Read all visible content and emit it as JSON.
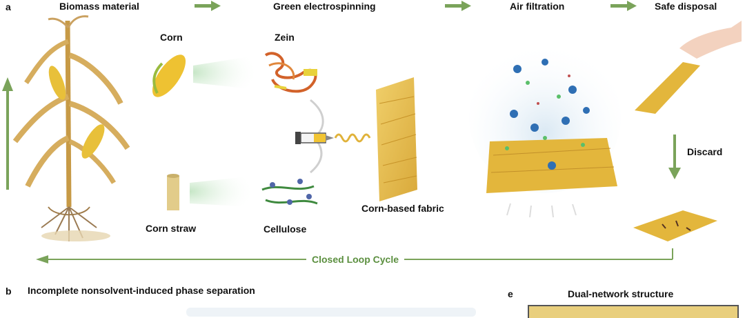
{
  "panel_a": {
    "letter": "a",
    "steps": [
      "Biomass material",
      "Green electrospinning",
      "Air filtration",
      "Safe disposal"
    ],
    "labels": {
      "corn": "Corn",
      "zein": "Zein",
      "corn_straw": "Corn straw",
      "cellulose": "Cellulose",
      "fabric": "Corn-based fabric",
      "discard": "Discard",
      "loop": "Closed Loop Cycle"
    },
    "colors": {
      "arrow_green": "#7aa35a",
      "loop_text": "#5b8f3f",
      "fiber_gold": "#e3b63c",
      "particle_blue": "#2f6fb4",
      "particle_green": "#5bbf6a"
    }
  },
  "panel_b": {
    "letter": "b",
    "title": "Incomplete nonsolvent-induced phase separation"
  },
  "panel_e": {
    "letter": "e",
    "title": "Dual-network structure"
  }
}
